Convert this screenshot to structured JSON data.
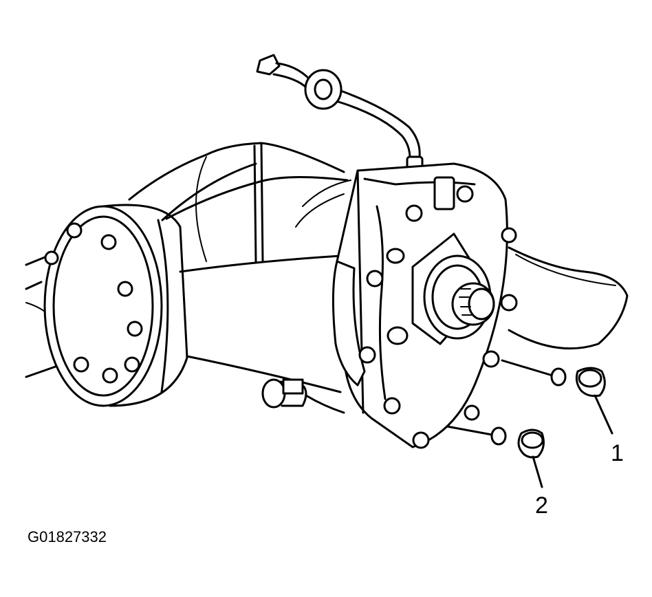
{
  "callouts": [
    {
      "id": "1",
      "label": "1"
    },
    {
      "id": "2",
      "label": "2"
    }
  ],
  "figure_id": "G01827332",
  "colors": {
    "ink": "#000000",
    "paper": "#ffffff"
  }
}
